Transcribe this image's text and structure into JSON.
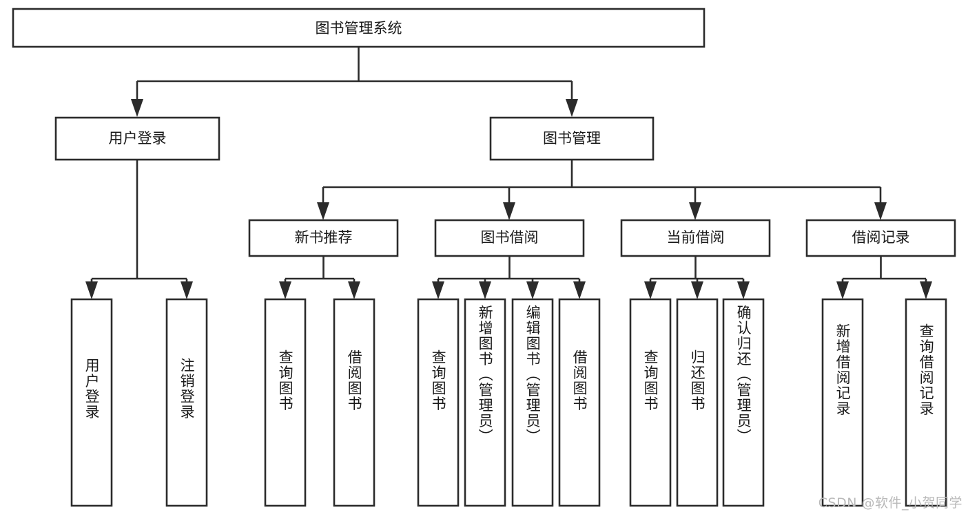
{
  "diagram": {
    "title": "图书管理系统",
    "type": "hierarchy-tree",
    "watermark": "CSDN @软件_小贺同学",
    "colors": {
      "stroke": "#2b2b2b",
      "fill": "#ffffff",
      "text": "#1a1a1a",
      "watermark": "#b9b9b9"
    },
    "root": {
      "id": "root",
      "label": "图书管理系统"
    },
    "level1": [
      {
        "id": "user-login",
        "label": "用户登录"
      },
      {
        "id": "book-manage",
        "label": "图书管理"
      }
    ],
    "level2": [
      {
        "id": "new-book-rec",
        "label": "新书推荐",
        "parent": "book-manage"
      },
      {
        "id": "book-borrow",
        "label": "图书借阅",
        "parent": "book-manage"
      },
      {
        "id": "current-borrow",
        "label": "当前借阅",
        "parent": "book-manage"
      },
      {
        "id": "borrow-record",
        "label": "借阅记录",
        "parent": "book-manage"
      }
    ],
    "leaves": {
      "user-login": [
        {
          "id": "leaf-user-login",
          "label": "用户登录"
        },
        {
          "id": "leaf-user-logout",
          "label": "注销登录"
        }
      ],
      "new-book-rec": [
        {
          "id": "leaf-query-book-1",
          "label": "查询图书"
        },
        {
          "id": "leaf-borrow-book-1",
          "label": "借阅图书"
        }
      ],
      "book-borrow": [
        {
          "id": "leaf-query-book-2",
          "label": "查询图书"
        },
        {
          "id": "leaf-add-book",
          "label": "新增图书（管理员）"
        },
        {
          "id": "leaf-edit-book",
          "label": "编辑图书（管理员）"
        },
        {
          "id": "leaf-borrow-book-2",
          "label": "借阅图书"
        }
      ],
      "current-borrow": [
        {
          "id": "leaf-query-book-3",
          "label": "查询图书"
        },
        {
          "id": "leaf-return-book",
          "label": "归还图书"
        },
        {
          "id": "leaf-confirm-return",
          "label": "确认归还（管理员）"
        }
      ],
      "borrow-record": [
        {
          "id": "leaf-add-record",
          "label": "新增借阅记录"
        },
        {
          "id": "leaf-query-record",
          "label": "查询借阅记录"
        }
      ]
    }
  }
}
